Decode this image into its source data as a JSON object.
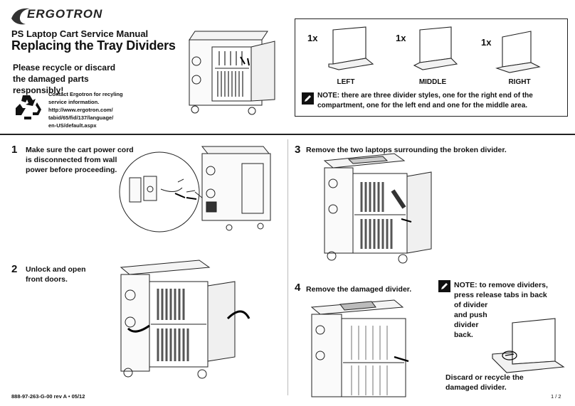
{
  "header": {
    "brand": "ERGOTRON",
    "title_small": "PS Laptop Cart Service Manual",
    "title_big": "Replacing the Tray Dividers",
    "recycle_heading": "Please recycle or discard the damaged parts responsibly!",
    "contact_lines": [
      "Contact Ergotron for recyling",
      "service information.",
      "http://www.ergotron.com/",
      "tabid/65/fid/137/language/",
      "en-US/default.aspx"
    ]
  },
  "dividers": [
    {
      "count": "1x",
      "label": "LEFT"
    },
    {
      "count": "1x",
      "label": "MIDDLE"
    },
    {
      "count": "1x",
      "label": "RIGHT"
    }
  ],
  "divider_note": "NOTE: there are three divider styles, one for the right end of the compartment, one for the left end and one for the middle area.",
  "steps": [
    {
      "num": "1",
      "lines": [
        "Make sure the cart power cord",
        "is disconnected from wall",
        "power before proceeding."
      ]
    },
    {
      "num": "2",
      "lines": [
        "Unlock and open",
        "front doors."
      ]
    },
    {
      "num": "3",
      "lines": [
        "Remove the two laptops surrounding the broken divider."
      ]
    },
    {
      "num": "4",
      "lines": [
        "Remove the damaged divider."
      ]
    }
  ],
  "step4_note": [
    "NOTE: to remove dividers,",
    "press release tabs in back",
    "of divider",
    "and push",
    "divider",
    "back."
  ],
  "discard_text": [
    "Discard or recycle the",
    "damaged divider."
  ],
  "footer": {
    "doc_id": "888-97-263-G-00 rev A • 05/12",
    "page": "1 / 2"
  }
}
